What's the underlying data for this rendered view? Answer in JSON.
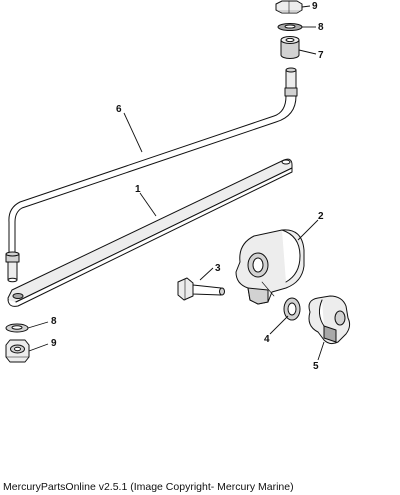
{
  "callouts": {
    "c9_top": "9",
    "c8_top": "8",
    "c7": "7",
    "c6": "6",
    "c1": "1",
    "c2": "2",
    "c3": "3",
    "c4": "4",
    "c5": "5",
    "c8_bottom": "8",
    "c9_bottom": "9"
  },
  "footer": {
    "text": "MercuryPartsOnline v2.5.1 (Image Copyright- Mercury Marine)"
  }
}
